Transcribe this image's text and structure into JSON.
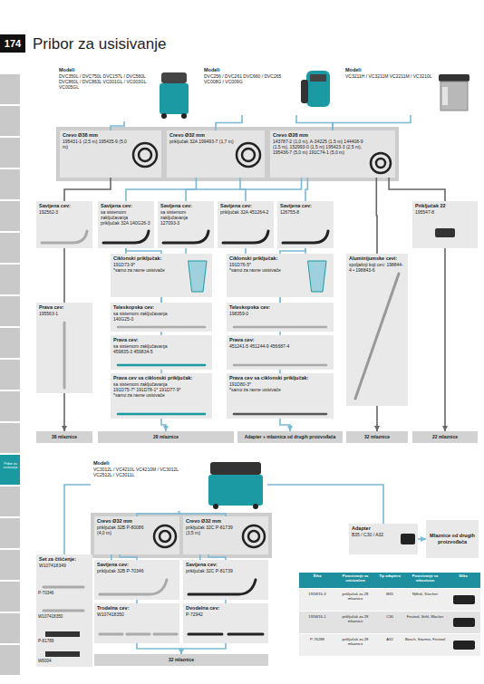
{
  "diagram": {
    "title": "Pribor za usisivanje",
    "nodes": [
      {
        "text": [
          "Modeli",
          "DVC350L / DVC750L DVC157L / DVC560L DVC860L / DVC863L VC001GL / VC003GL VC005GL"
        ]
      },
      {
        "text": [
          "Modeli",
          "DVC256 / DVC261 DVC660 / DVC265 VC008G / VC009G"
        ]
      },
      {
        "text": [
          "Modeli",
          "VC3211H / VC3211M VC2211M / VC3210L"
        ]
      },
      {
        "text": [
          "Crevo Ø38 mm",
          "195431-1 (2,5 m) 195435-9 (5,0 m)"
        ]
      },
      {
        "text": [
          "Crevo Ø32 mm",
          "priključak 32A 199493-7 (1,7 m)"
        ]
      },
      {
        "text": [
          "Crevo Ø28 mm",
          "143787-2 (1,0 m), A-34225 (1,5 m) 144408-9 (1,5 m), 152993-0 (1,5 m) 195423-3 (2,5 m), 195436-7 (5,0 m) 191C74-1 (5,0 m)"
        ]
      },
      {
        "text": [
          "Savijena cev:",
          "192562-3"
        ]
      },
      {
        "text": [
          "Savijena cev:",
          "sa sistemom zaključavanja",
          "priključak 32A 140G26-3"
        ]
      },
      {
        "text": [
          "Savijena cev:",
          "sa sistemom zaključavanja",
          "127093-3"
        ]
      },
      {
        "text": [
          "Savijena cev:",
          "priključak 32A 451264-2"
        ]
      },
      {
        "text": [
          "Savijena cev:",
          "126755-8"
        ]
      },
      {
        "text": [
          "Priključak 22",
          "195547-8"
        ]
      },
      {
        "text": [
          "Ciklonski priključak:",
          "191D73-9*",
          "*samo za ravne usisivače"
        ]
      },
      {
        "text": [
          "Ciklonski priključak:",
          "191D76-5*",
          "*samo za ravne usisivače"
        ]
      },
      {
        "text": [
          "Aluminijumske cevi:",
          "spoljašnji koji cev: 198844-4 • 198843-6"
        ]
      },
      {
        "text": [
          "Prava cev:",
          "195563-1"
        ]
      },
      {
        "text": [
          "Teleskopska cev:",
          "sa sistemom zaključavanja",
          "140G25-0"
        ]
      },
      {
        "text": [
          "Teleskopska cev:",
          "198359-0"
        ]
      },
      {
        "text": [
          "Prava cev:",
          "sa sistemom zaključavanja",
          "459835-3 459834-5"
        ]
      },
      {
        "text": [
          "Prava cev:",
          "451241-5 451244-9 456687-4"
        ]
      },
      {
        "text": [
          "Prava cev sa ciklonski priključak:",
          "sa sistemom zaključavanja",
          "191D75-7* 191D78-1* 191D77-9*",
          "*samo za ravne usisivače"
        ]
      },
      {
        "text": [
          "Prava cev sa ciklonski priključak:",
          "191D80-3*",
          "*samo za ravne usisivače"
        ]
      },
      {
        "text": [
          "38 mlaznice"
        ]
      },
      {
        "text": [
          "28 mlaznice"
        ]
      },
      {
        "text": [
          "Adapter + mlaznica od drugih proizvođača"
        ]
      },
      {
        "text": [
          "32 mlaznice"
        ]
      },
      {
        "text": [
          "22 mlaznice"
        ]
      },
      {
        "text": [
          "Modeli",
          "VC3012L / VC4210L VC4210M / VC3012L VC2512L / VC3011L"
        ]
      },
      {
        "text": [
          "Crevo Ø32 mm",
          "priključak 32B P-80086 (4,0 m)"
        ]
      },
      {
        "text": [
          "Crevo Ø32 mm",
          "priključak 32C P-81739 (3,5 m)"
        ]
      },
      {
        "text": [
          "Adapter",
          "B35 / C30 / A32"
        ]
      },
      {
        "text": [
          "Mlaznice od drugih proizvođača"
        ]
      },
      {
        "text": [
          "Set za čišćenje:",
          "W107418349"
        ]
      },
      {
        "text": [
          "Savijena cev:",
          "priključak 32B P-70346"
        ]
      },
      {
        "text": [
          "Savijena cev:",
          "priključak 32C P-81739"
        ]
      },
      {
        "text": [
          "Trodelna cev:",
          "W107418350"
        ]
      },
      {
        "text": [
          "Dvodelna cev:",
          "P-72942"
        ]
      },
      {
        "text": [
          "32 mlaznice"
        ]
      }
    ],
    "edges": [
      {
        "from": 0,
        "to": 3,
        "arrow": "none"
      },
      {
        "from": 1,
        "to": 4,
        "arrow": "none"
      },
      {
        "from": 1,
        "to": 5,
        "arrow": "none"
      },
      {
        "from": 2,
        "to": 5,
        "arrow": "none"
      },
      {
        "from": 3,
        "to": 6,
        "arrow": "none"
      },
      {
        "from": 6,
        "to": 15,
        "arrow": "none"
      },
      {
        "from": 15,
        "to": 22,
        "arrow": "to"
      },
      {
        "from": 4,
        "to": 7,
        "arrow": "none"
      },
      {
        "from": 4,
        "to": 9,
        "arrow": "none"
      },
      {
        "from": 5,
        "to": 8,
        "arrow": "none"
      },
      {
        "from": 5,
        "to": 10,
        "arrow": "none"
      },
      {
        "from": 5,
        "to": 11,
        "arrow": "none"
      },
      {
        "from": 5,
        "to": 14,
        "arrow": "none"
      },
      {
        "from": 7,
        "to": 12,
        "arrow": "none"
      },
      {
        "from": 7,
        "to": 16,
        "arrow": "none"
      },
      {
        "from": 8,
        "to": 16,
        "arrow": "none"
      },
      {
        "from": 16,
        "to": 18,
        "arrow": "none"
      },
      {
        "from": 18,
        "to": 20,
        "arrow": "none"
      },
      {
        "from": 20,
        "to": 23,
        "arrow": "to"
      },
      {
        "from": 10,
        "to": 13,
        "arrow": "none"
      },
      {
        "from": 9,
        "to": 17,
        "arrow": "none"
      },
      {
        "from": 10,
        "to": 17,
        "arrow": "none"
      },
      {
        "from": 17,
        "to": 19,
        "arrow": "none"
      },
      {
        "from": 19,
        "to": 21,
        "arrow": "none"
      },
      {
        "from": 21,
        "to": 24,
        "arrow": "to"
      },
      {
        "from": 14,
        "to": 25,
        "arrow": "to"
      },
      {
        "from": 11,
        "to": 26,
        "arrow": "to"
      },
      {
        "from": 27,
        "to": 28,
        "arrow": "none"
      },
      {
        "from": 27,
        "to": 29,
        "arrow": "none"
      },
      {
        "from": 27,
        "to": 32,
        "arrow": "none"
      },
      {
        "from": 27,
        "to": 30,
        "arrow": "none"
      },
      {
        "from": 30,
        "to": 31,
        "arrow": "to"
      },
      {
        "from": 28,
        "to": 33,
        "arrow": "none"
      },
      {
        "from": 28,
        "to": 35,
        "arrow": "none"
      },
      {
        "from": 29,
        "to": 34,
        "arrow": "none"
      },
      {
        "from": 29,
        "to": 36,
        "arrow": "none"
      },
      {
        "from": 35,
        "to": 37,
        "arrow": "to"
      },
      {
        "from": 36,
        "to": 37,
        "arrow": "to"
      }
    ],
    "labels": [
      "174",
      "Pribor za usisivanje",
      "P-70346",
      "W107418350",
      "P-81789",
      "W6004",
      "Šifra",
      "Povezivanje sa usisivačem",
      "Tip adaptera",
      "Povezivanje sa mlaznicom",
      "Slika",
      "191W15-3",
      "priključak za 28 mlaznice",
      "B35",
      "Nilfisk, Kärcher",
      "191W16-1",
      "priključak za 28 mlaznice",
      "C30",
      "Festool, Stihl, Wacker",
      "P-76288",
      "priključak za 28 mlaznice",
      "A32",
      "Bosch, Starmix, Festool"
    ]
  }
}
